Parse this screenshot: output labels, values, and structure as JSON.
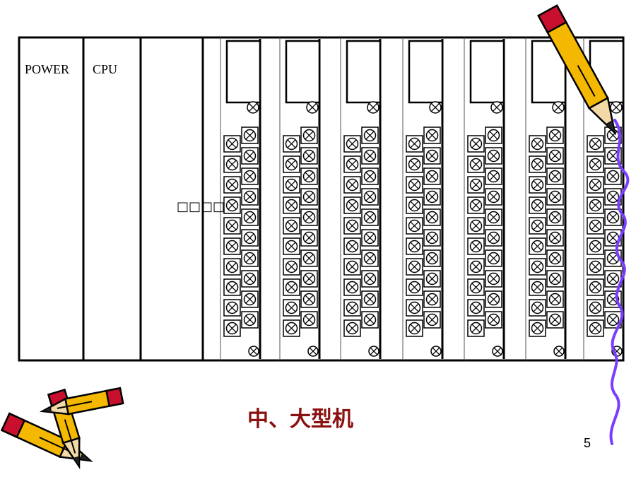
{
  "rack": {
    "power_label": "POWER",
    "cpu_label": "CPU",
    "slot3_label": "□□□□"
  },
  "caption": "中、大型机",
  "page_number": "5",
  "colors": {
    "caption": "#8b1010",
    "pencil_body": "#f5b800",
    "pencil_tip": "#c8102e",
    "squiggle": "#7a3cff"
  },
  "icons": [
    "pencil-icon",
    "crossed-pencils-icon",
    "terminal-screw-icon"
  ]
}
